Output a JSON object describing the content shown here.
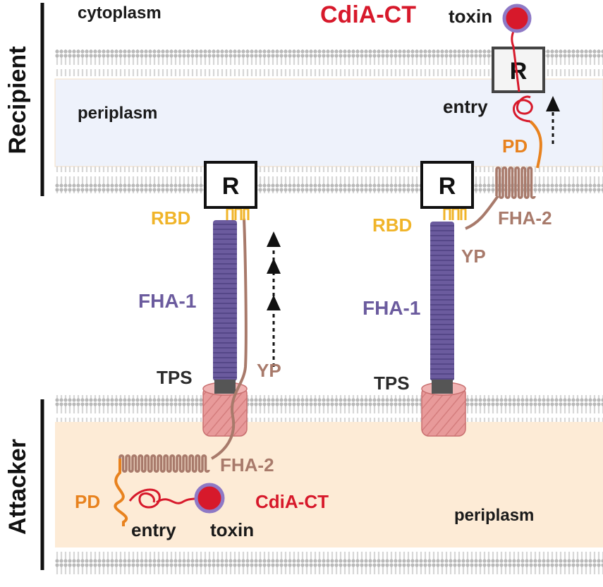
{
  "side_labels": {
    "recipient": "Recipient",
    "attacker": "Attacker"
  },
  "compartments": {
    "cytoplasm": "cytoplasm",
    "recipient_periplasm": "periplasm",
    "attacker_periplasm": "periplasm"
  },
  "receptor": {
    "left": "R",
    "right": "R",
    "top": "R"
  },
  "left_labels": {
    "rbd": "RBD",
    "fha1": "FHA-1",
    "tps": "TPS",
    "yp": "YP",
    "fha2": "FHA-2",
    "pd": "PD",
    "entry": "entry",
    "toxin": "toxin",
    "cdia_ct": "CdiA-CT"
  },
  "right_labels": {
    "rbd": "RBD",
    "fha1": "FHA-1",
    "tps": "TPS",
    "yp": "YP",
    "fha2": "FHA-2",
    "pd": "PD",
    "entry": "entry",
    "toxin": "toxin",
    "cdia_ct": "CdiA-CT"
  },
  "colors": {
    "fha1": "#6b5b9e",
    "fha2": "#a87a6b",
    "rbd": "#f0b429",
    "pd": "#e8821e",
    "toxin": "#d7192b",
    "toxin_ring": "#8e79c6",
    "tps": "#e89a9a",
    "label_dark": "#2b2b2b",
    "cdia_ct": "#d7192b",
    "periplasm_recipient": "#eef2fb",
    "periplasm_attacker": "#fdebd6"
  }
}
